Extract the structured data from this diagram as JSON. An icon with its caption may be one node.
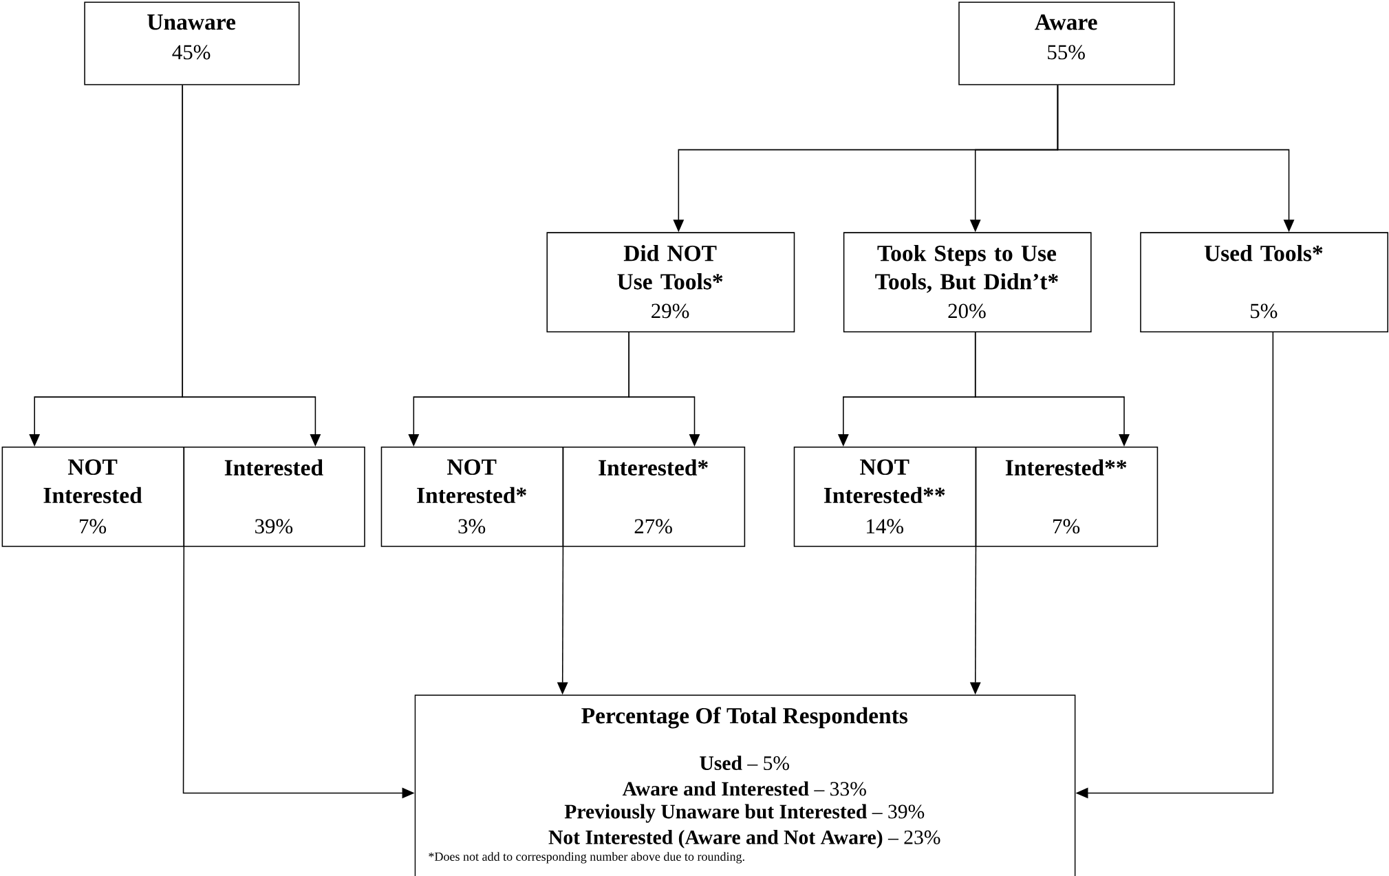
{
  "diagram": {
    "nodes": [
      {
        "text": [
          "Unaware",
          "45%"
        ]
      },
      {
        "text": [
          "Aware",
          "55%"
        ]
      },
      {
        "text": [
          "Did NOT Use Tools*",
          "29%"
        ]
      },
      {
        "text": [
          "Took Steps to Use Tools, But Didn’t*",
          "20%"
        ]
      },
      {
        "text": [
          "Used Tools*",
          "5%"
        ]
      },
      {
        "text": [
          "NOT Interested",
          "7%"
        ]
      },
      {
        "text": [
          "Interested",
          "39%"
        ]
      },
      {
        "text": [
          "NOT Interested*",
          "3%"
        ]
      },
      {
        "text": [
          "Interested*",
          "27%"
        ]
      },
      {
        "text": [
          "NOT Interested**",
          "14%"
        ]
      },
      {
        "text": [
          "Interested**",
          "7%"
        ]
      },
      {
        "text": [
          "Percentage Of Total Respondents",
          "**Used** – 5%",
          "**Aware and Interested** – 33%",
          "**Previously Unaware but Interested** – 39%",
          "**Not Interested (Aware and Not Aware)** – 23%",
          "*Does not add to corresponding number above due to rounding."
        ]
      }
    ],
    "edges": [
      {
        "from": 0,
        "to": 5,
        "arrow": "to"
      },
      {
        "from": 0,
        "to": 6,
        "arrow": "to"
      },
      {
        "from": 1,
        "to": 2,
        "arrow": "to"
      },
      {
        "from": 1,
        "to": 3,
        "arrow": "to"
      },
      {
        "from": 1,
        "to": 4,
        "arrow": "to"
      },
      {
        "from": 2,
        "to": 7,
        "arrow": "to"
      },
      {
        "from": 2,
        "to": 8,
        "arrow": "to"
      },
      {
        "from": 3,
        "to": 9,
        "arrow": "to"
      },
      {
        "from": 3,
        "to": 10,
        "arrow": "to"
      },
      {
        "from": 5,
        "to": 11,
        "arrow": "to"
      },
      {
        "from": 6,
        "to": 11,
        "arrow": "to"
      },
      {
        "from": 7,
        "to": 11,
        "arrow": "to"
      },
      {
        "from": 8,
        "to": 11,
        "arrow": "to"
      },
      {
        "from": 9,
        "to": 11,
        "arrow": "to"
      },
      {
        "from": 10,
        "to": 11,
        "arrow": "to"
      },
      {
        "from": 4,
        "to": 11,
        "arrow": "to"
      }
    ]
  }
}
